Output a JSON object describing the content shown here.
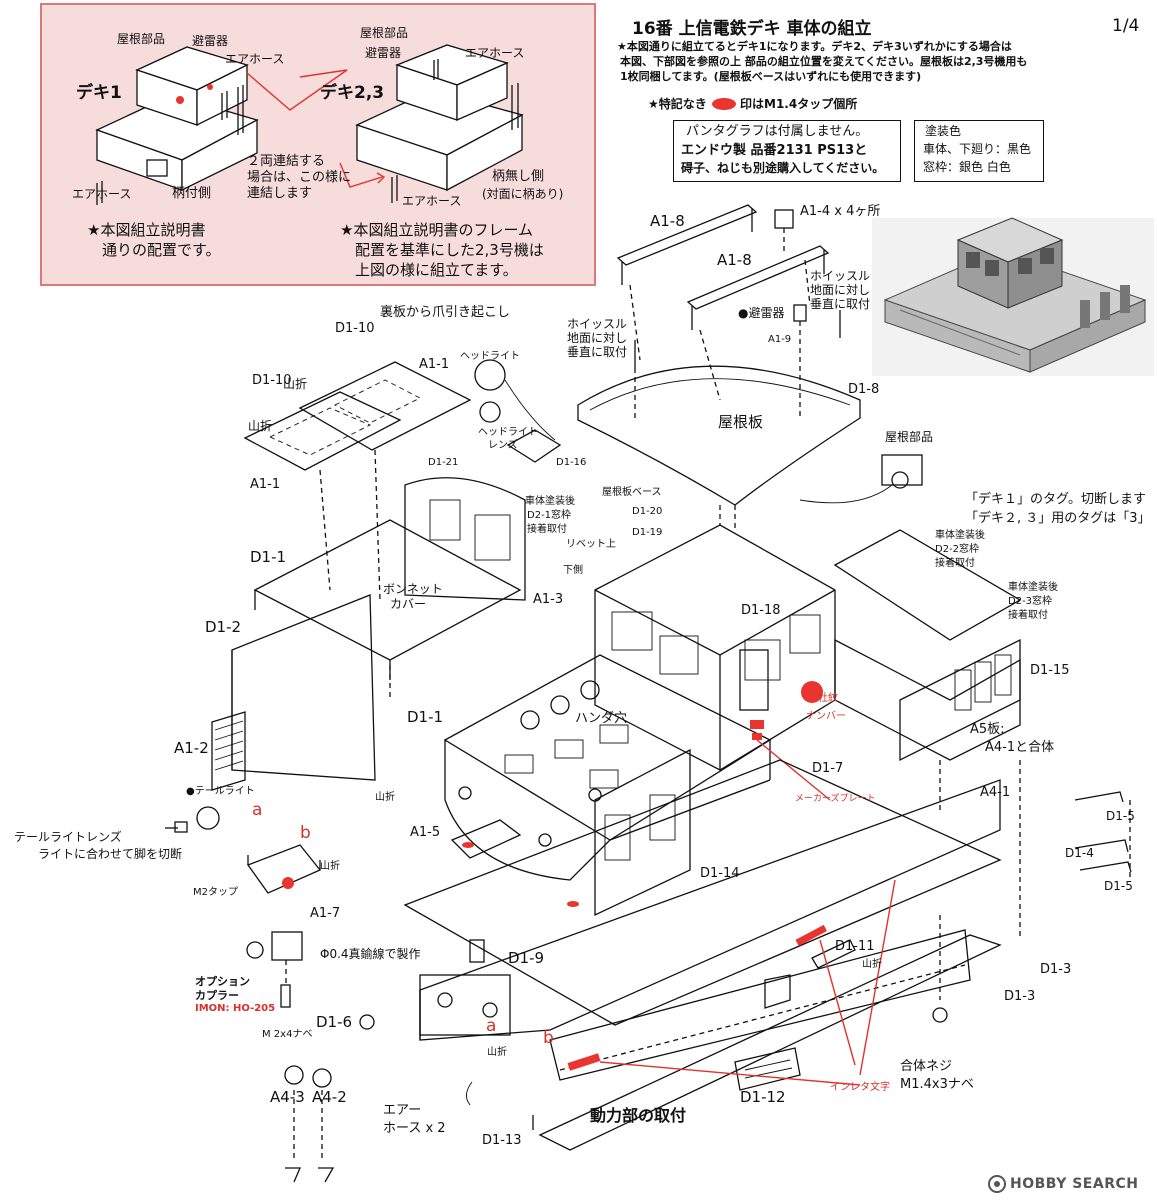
{
  "header": {
    "title": "16番 上信電鉄デキ 車体の組立",
    "page": "1/4",
    "notes": [
      "★本図通りに組立てるとデキ1になります。デキ2、デキ3いずれかにする場合は",
      "本図、下部図を参照の上 部品の組立位置を変えてください。屋根板は2,3号機用も",
      "1枚同梱してます。(屋根板ベースはいずれにも使用できます)"
    ],
    "tap_note_before": "★特記なき",
    "tap_note_after": "印はM1.4タップ個所"
  },
  "pantograph_box": {
    "line1": "パンタグラフは付属しません。",
    "line2": "エンドウ製 品番2131 PS13と",
    "line3": "碍子、ねじも別途購入してください。"
  },
  "paint_box": {
    "title": "塗装色",
    "line1": "車体、下廻り：黒色",
    "line2": "窓枠：銀色 白色"
  },
  "inset": {
    "deki1_title": "デキ1",
    "deki23_title": "デキ2,3",
    "roof_part_1": "屋根部品",
    "arrester_1": "避雷器",
    "air_hose_1": "エアホース",
    "air_hose_1b": "エアホース",
    "handle_side": "柄付側",
    "roof_part_2": "屋根部品",
    "arrester_2": "避雷器",
    "air_hose_2": "エアホース",
    "air_hose_2b": "エアホース",
    "plain_side": "柄無し側",
    "plain_side_note": "(対面に柄あり)",
    "coupling_note_1": "２両連結する",
    "coupling_note_2": "場合は、この様に",
    "coupling_note_3": "連結します",
    "caption_left_1": "★本図組立説明書",
    "caption_left_2": "通りの配置です。",
    "caption_right_1": "★本図組立説明書のフレーム",
    "caption_right_2": "配置を基準にした2,3号機は",
    "caption_right_3": "上図の様に組立てます。"
  },
  "labels": {
    "a1_8_a": "A1-8",
    "a1_8_b": "A1-8",
    "a1_4": "A1-4 x 4ヶ所",
    "whistle_right_1": "ホイッスル",
    "whistle_right_2": "地面に対し",
    "whistle_right_3": "垂直に取付",
    "arrester": "●避雷器",
    "whistle_left_1": "ホイッスル",
    "whistle_left_2": "地面に対し",
    "whistle_left_3": "垂直に取付",
    "a1_9": "A1-9",
    "d1_8": "D1-8",
    "roof_plate": "屋根板",
    "roof_parts": "屋根部品",
    "tag_note_1": "「デキ１」のタグ。切断します",
    "tag_note_2": "「デキ２, ３」用のタグは「3」",
    "pull_up": "裏板から爪引き起こし",
    "d1_10_a": "D1-10",
    "d1_10_b": "D1-10",
    "a1_1_a": "A1-1",
    "a1_1_b": "A1-1",
    "mountain_fold_a": "山折",
    "mountain_fold_b": "山折",
    "headlight": "ヘッドライト",
    "headlight_lens_1": "ヘッドライト",
    "headlight_lens_2": "レンズ",
    "d1_16": "D1-16",
    "d1_21": "D1-21",
    "paint_d2_1_1": "車体塗装後",
    "paint_d2_1_2": "D2-1窓枠",
    "paint_d2_1_3": "接着取付",
    "roof_base": "屋根板ベース",
    "d1_20": "D1-20",
    "d1_19": "D1-19",
    "rivet_up": "リベット上",
    "bottom_side": "下側",
    "paint_d2_2_1": "車体塗装後",
    "paint_d2_2_2": "D2-2窓枠",
    "paint_d2_2_3": "接着取付",
    "paint_d2_3_1": "車体塗装後",
    "paint_d2_3_2": "D2-3窓枠",
    "paint_d2_3_3": "接着取付",
    "d1_1_top": "D1-1",
    "bonnet_cover_1": "ボンネット",
    "bonnet_cover_2": "カバー",
    "a1_3": "A1-3",
    "d1_2": "D1-2",
    "d1_1_bottom": "D1-1",
    "d1_18": "D1-18",
    "d1_15": "D1-15",
    "solder_holes": "ハンダ穴",
    "company_emblem": "社紋",
    "number_plate": "ナンバー",
    "a5_plate_1": "A5板:",
    "a5_plate_2": "A4-1と合体",
    "a1_2": "A1-2",
    "tail_light": "●テールライト",
    "mountain_fold_c": "山折",
    "d1_7": "D1-7",
    "maker_plate": "メーカーズプレート",
    "a4_1": "A4-1",
    "d1_5_a": "D1-5",
    "d1_4": "D1-4",
    "d1_5_b": "D1-5",
    "tail_lens_1": "テールライトレンズ",
    "tail_lens_2": "ライトに合わせて脚を切断",
    "mark_a_top": "a",
    "mark_b_top": "b",
    "mountain_fold_d": "山折",
    "a1_5": "A1-5",
    "d1_14": "D1-14",
    "m2_tap": "M2タップ",
    "a1_7": "A1-7",
    "brass_wire": "Φ0.4真鍮線で製作",
    "d1_9": "D1-9",
    "d1_11": "D1-11",
    "mountain_fold_e": "山折",
    "d1_3_a": "D1-3",
    "d1_3_b": "D1-3",
    "option_coupler_1": "オプション",
    "option_coupler_2": "カプラー",
    "option_coupler_3": "IMON: HO-205",
    "m2_screw": "M 2x4ナベ",
    "d1_6": "D1-6",
    "mark_a_bottom": "a",
    "mark_b_bottom": "b",
    "mountain_fold_f": "山折",
    "assembly_screw_1": "合体ネジ",
    "assembly_screw_2": "M1.4x3ナベ",
    "a4_3": "A4-3",
    "a4_2": "A4-2",
    "air_hose_x2_1": "エアー",
    "air_hose_x2_2": "ホース x 2",
    "d1_13": "D1-13",
    "power_unit": "動力部の取付",
    "d1_12": "D1-12",
    "inlay_text": "インレタ文字",
    "watermark": "HOBBY SEARCH"
  },
  "colors": {
    "accent_red": "#e0332e",
    "inset_bg": "#f7dcdc",
    "inset_border": "#d97a7a"
  }
}
